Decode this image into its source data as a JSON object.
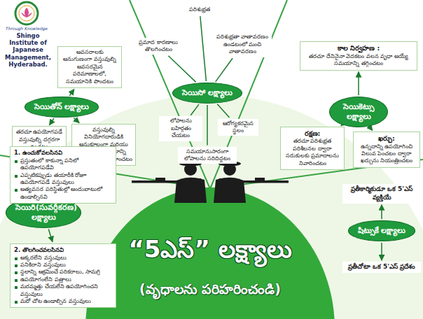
{
  "diagram": {
    "title": "“5ఎస్” లక్ష్యాలు",
    "nodes": [
      {
        "text": [
          "సెయితోన్ లక్ష్యాలు"
        ]
      },
      {
        "text": [
          "అవసరాలకు అనుగుణంగా వస్తువుల్ని అవసరమైన పరిమాణాలలో, సమయానికి పొందటం"
        ]
      },
      {
        "text": [
          "తరచూ ఉపయోగపడే వస్తువుల్ని దగ్గరగా ఉంచటం"
        ]
      },
      {
        "text": [
          "వస్తువుల్ని వినియోగదారుడికి అనుకూలంగా మరియు రక్షణ, జీవితకాలాన్ని అనుసరించి నిర్వహించటం"
        ]
      },
      {
        "text": [
          "సెయిసో లక్ష్యాలు"
        ]
      },
      {
        "text": [
          "పరిశుభ్రత"
        ]
      },
      {
        "text": [
          "ప్రమాద కారణాలు తొలగించటం"
        ]
      },
      {
        "text": [
          "పరిశుభ్రతా వాతావరణం ఉండటంలో మంచి వాతావరణం"
        ]
      },
      {
        "text": [
          "లోపాలను బహిర్గతం చేయటం"
        ]
      },
      {
        "text": [
          "ఆరోగ్యకరమైన స్థలం"
        ]
      },
      {
        "text": [
          "సమయానుసారంగా లోపాలను సరిదిద్దటం"
        ]
      },
      {
        "text": [
          "సెయికెట్సు లక్ష్యాలు"
        ]
      },
      {
        "text": [
          "కాల నిర్వహణ :",
          "తరచూ దేనినైనా వెదకటం వలన వృధా అయ్యే సమయాన్ని తగ్గించటం"
        ]
      },
      {
        "text": [
          "రక్షణ:",
          "తరచూ పరిశుభ్రత పరిశీలనల ద్వారా సరుకులకు ప్రమాదాలను నివారించటం"
        ]
      },
      {
        "text": [
          "ఖర్చు:",
          "ఉన్నదాన్ని ఉపయోగించి విలువ పెంచటం ద్వారా ఖర్చును నియంత్రించటం"
        ]
      },
      {
        "text": [
          "సెయిరి(సువర్గీకరణ) లక్ష్యాలు"
        ]
      },
      {
        "text": [
          "1. ఉంచుకోవలసినవి",
          "ప్రస్తుతంలో కాకున్నా పనిలో ఉపయోగపడేవి",
          "ఎప్పటికప్పుడు తయారీకి రోజూ ఉపయోగపడే వస్తువులు",
          "అత్యవసర పరిస్థితుల్లో అందుబాటులో ఉండాల్సినవి"
        ]
      },
      {
        "text": [
          "2. తొలగించవలసినవి",
          "అక్కరలేని వస్తువులు",
          "పనికిరాని వస్తువులు",
          "స్థలాన్ని ఆక్రమించే పరికరాలు, సామగ్రి",
          "ఉపయోగంలేని పత్రాలు",
          "మరమ్మత్తు చేయలేని ఉపయోగించని వస్తువులు",
          "మరో చోట ఉండాల్సిన వస్తువులు"
        ]
      },
      {
        "text": [
          "షిట్సుకే లక్ష్యాలు"
        ]
      },
      {
        "text": [
          "ప్రతీకార్మికుడూ ఒక 5'ఎస్ వ్యక్తియే"
        ]
      },
      {
        "text": [
          "ప్రతీచోటా ఒక 5'ఎస్ ప్రదేశం"
        ]
      }
    ],
    "edges": [
      {
        "from": 0,
        "to": 1,
        "arrow": "to"
      },
      {
        "from": 0,
        "to": 2,
        "arrow": "to"
      },
      {
        "from": 0,
        "to": 3,
        "arrow": "to"
      },
      {
        "from": 4,
        "to": 5,
        "arrow": "none"
      },
      {
        "from": 4,
        "to": 6,
        "arrow": "none"
      },
      {
        "from": 4,
        "to": 7,
        "arrow": "none"
      },
      {
        "from": 4,
        "to": 8,
        "arrow": "none"
      },
      {
        "from": 4,
        "to": 9,
        "arrow": "none"
      },
      {
        "from": 4,
        "to": 10,
        "arrow": "none"
      },
      {
        "from": 11,
        "to": 12,
        "arrow": "to"
      },
      {
        "from": 11,
        "to": 13,
        "arrow": "to"
      },
      {
        "from": 11,
        "to": 14,
        "arrow": "to"
      },
      {
        "from": 15,
        "to": 16,
        "arrow": "to"
      },
      {
        "from": 15,
        "to": 17,
        "arrow": "to"
      },
      {
        "from": 18,
        "to": 19,
        "arrow": "to"
      },
      {
        "from": 18,
        "to": 20,
        "arrow": "to"
      }
    ],
    "labels": [
      "Through Knowledge",
      "Shingo Institute of Japanese Management, Hyderabad.",
      "(వృధాలను పరిహరించండి)"
    ]
  }
}
